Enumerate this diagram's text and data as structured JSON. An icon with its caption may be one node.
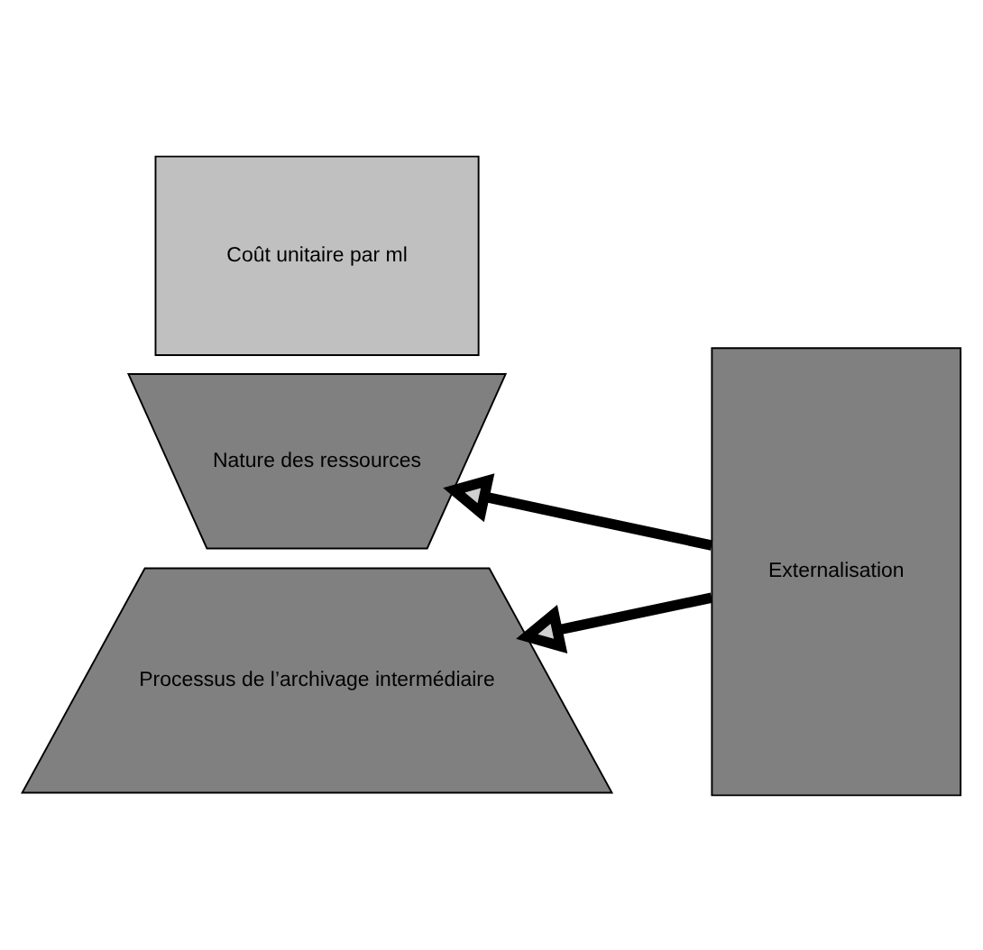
{
  "diagram": {
    "nodes": [
      {
        "text": [
          "Nature des ressources"
        ]
      },
      {
        "text": [
          "Coût unitaire par ml"
        ]
      },
      {
        "text": [
          "Processus de l’archivage intermédiaire"
        ]
      },
      {
        "text": [
          "Externalisation"
        ]
      }
    ],
    "edges": [
      {
        "from": 3,
        "to": 0,
        "arrow": "to"
      },
      {
        "from": 3,
        "to": 2,
        "arrow": "to"
      }
    ]
  }
}
